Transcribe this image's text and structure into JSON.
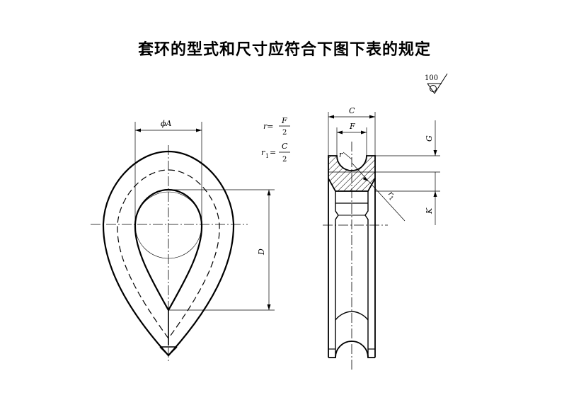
{
  "title": "套环的型式和尺寸应符合下图下表的规定",
  "roughness": {
    "value": "100"
  },
  "formulas": {
    "r": {
      "lhs": "r=",
      "num": "F",
      "den": "2"
    },
    "r1": {
      "lhs": "r",
      "sub": "1",
      "eq": "=",
      "num": "C",
      "den": "2"
    }
  },
  "dimensions": {
    "phiA": "ϕA",
    "D": "D",
    "C": "C",
    "F": "F",
    "G": "G",
    "K": "K",
    "r": "r",
    "r1": "r",
    "r1_sub": "1"
  }
}
